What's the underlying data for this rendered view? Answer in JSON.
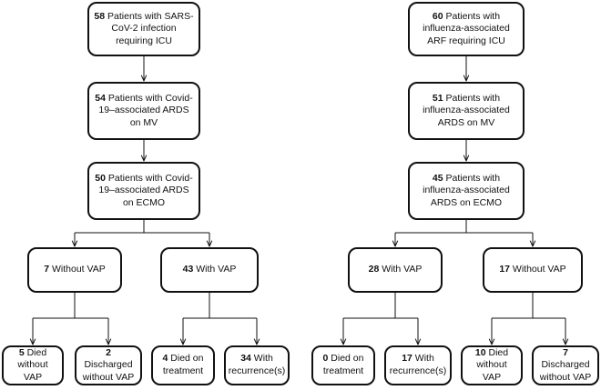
{
  "left": {
    "n1": {
      "num": "58",
      "text": "Patients with SARS-CoV-2 infection requiring ICU"
    },
    "n2": {
      "num": "54",
      "text": "Patients with Covid-19–associated ARDS on MV"
    },
    "n3": {
      "num": "50",
      "text": "Patients with Covid-19–associated ARDS on ECMO"
    },
    "n4": {
      "num": "7",
      "text": "Without VAP"
    },
    "n5": {
      "num": "43",
      "text": "With VAP"
    },
    "n6": {
      "num": "5",
      "text": "Died without VAP"
    },
    "n7": {
      "num": "2",
      "text": "Discharged without VAP"
    },
    "n8": {
      "num": "4",
      "text": "Died on treatment"
    },
    "n9": {
      "num": "34",
      "text": "With recurrence(s)"
    }
  },
  "right": {
    "n1": {
      "num": "60",
      "text": "Patients with influenza-associated ARF requiring ICU"
    },
    "n2": {
      "num": "51",
      "text": "Patients with influenza-associated ARDS on MV"
    },
    "n3": {
      "num": "45",
      "text": "Patients with influenza-associated ARDS on ECMO"
    },
    "n4": {
      "num": "28",
      "text": "With VAP"
    },
    "n5": {
      "num": "17",
      "text": "Without VAP"
    },
    "n6": {
      "num": "0",
      "text": "Died on treatment"
    },
    "n7": {
      "num": "17",
      "text": "With recurrence(s)"
    },
    "n8": {
      "num": "10",
      "text": "Died without VAP"
    },
    "n9": {
      "num": "7",
      "text": "Discharged without VAP"
    }
  }
}
